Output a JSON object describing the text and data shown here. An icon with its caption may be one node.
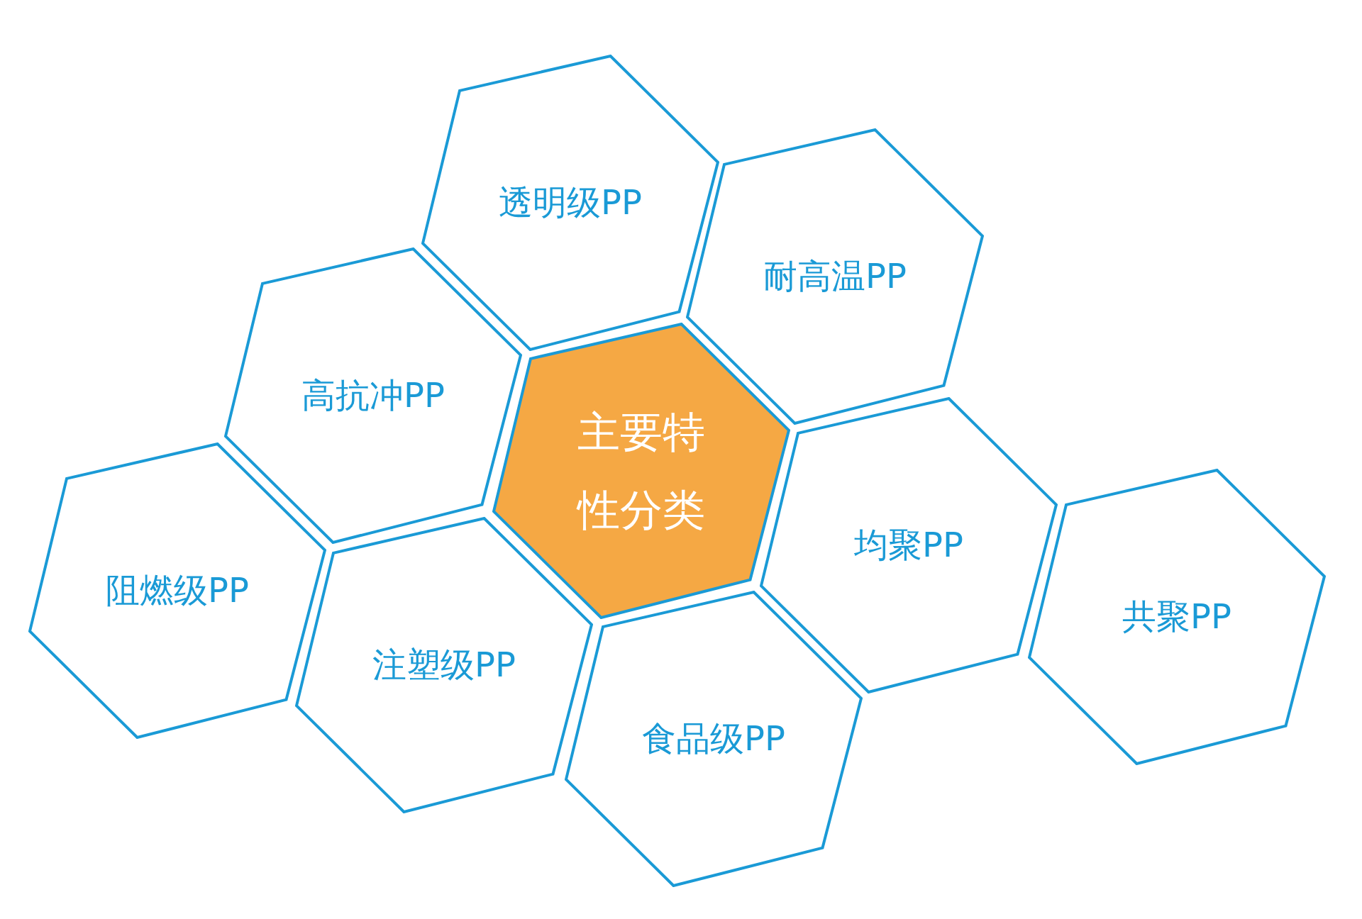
{
  "diagram": {
    "nodes": [
      {
        "text": [
          "透明级PP"
        ]
      },
      {
        "text": [
          "耐高温PP"
        ]
      },
      {
        "text": [
          "高抗冲PP"
        ]
      },
      {
        "text": [
          "主要特性分类"
        ]
      },
      {
        "text": [
          "阻燃级PP"
        ]
      },
      {
        "text": [
          "均聚PP"
        ]
      },
      {
        "text": [
          "共聚PP"
        ]
      },
      {
        "text": [
          "注塑级PP"
        ]
      },
      {
        "text": [
          "食品级PP"
        ]
      }
    ]
  }
}
